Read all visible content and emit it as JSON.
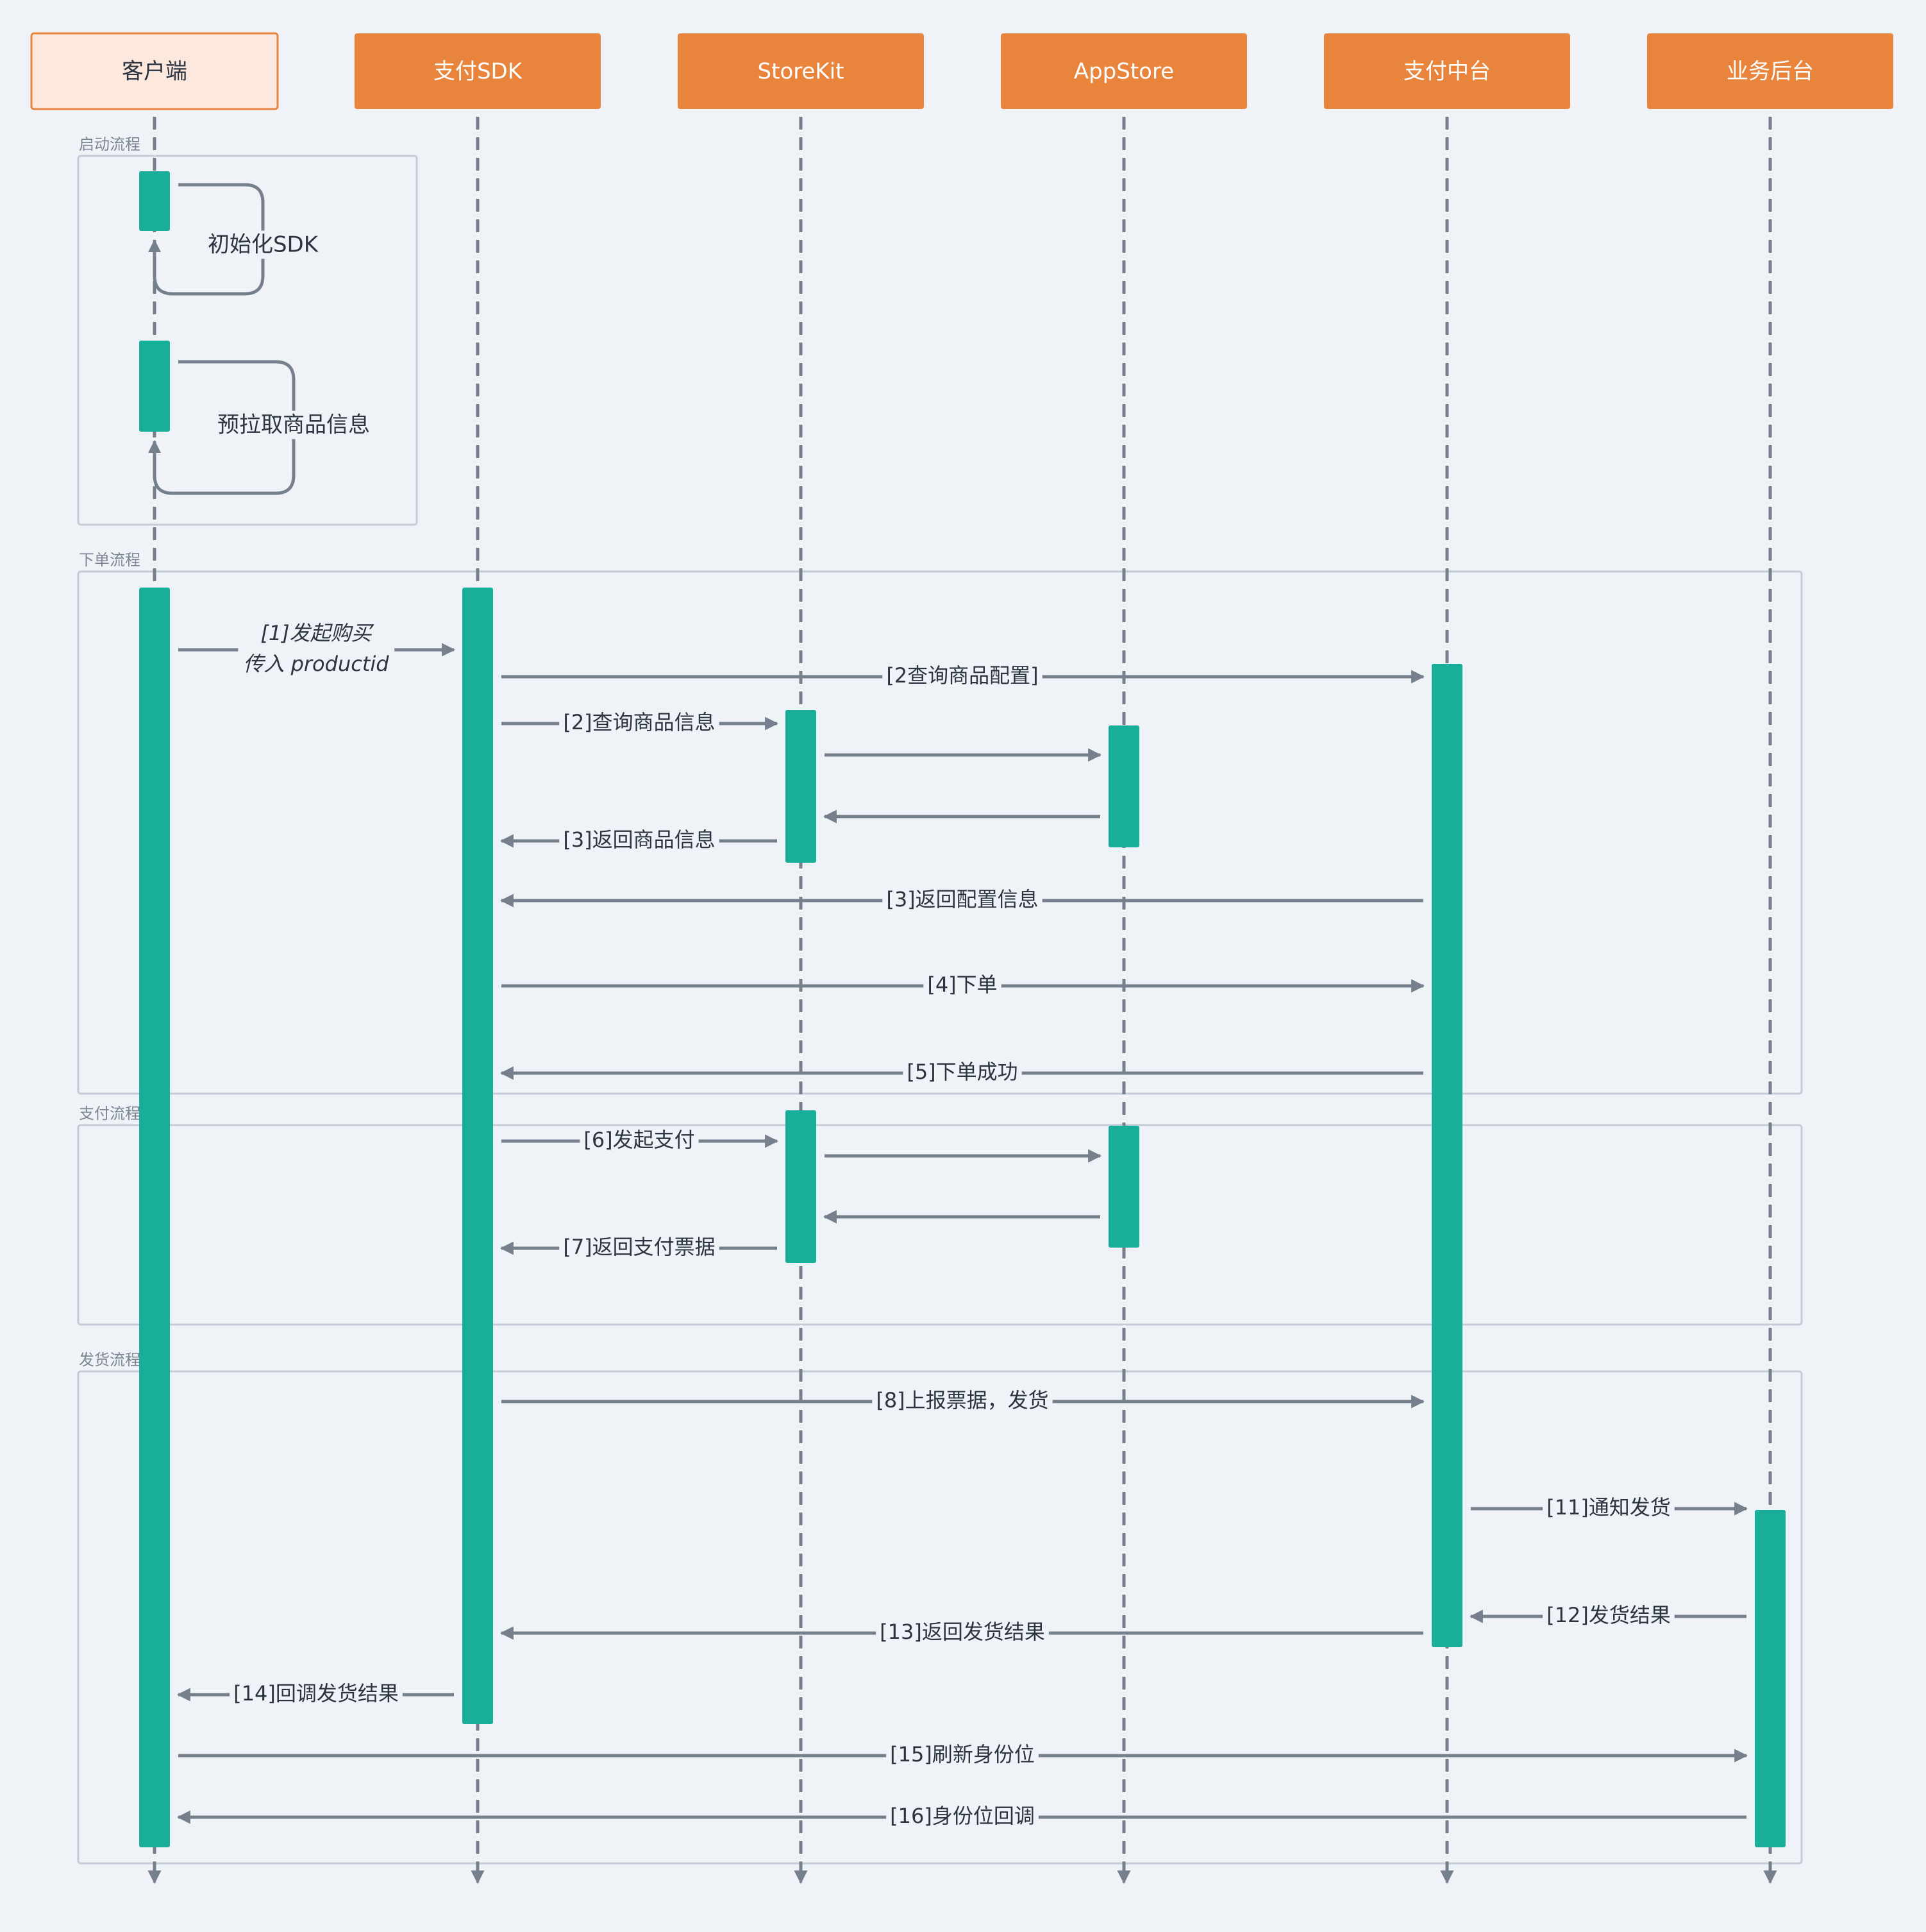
{
  "colors": {
    "background": "#eff3f7",
    "participant_fill": "#e8843b",
    "participant_text": "#ffffff",
    "client_fill": "#fce8dc",
    "client_border": "#e8843b",
    "client_text": "#2b3440",
    "lifeline": "#75808c",
    "activation": "#19ae9a",
    "arrow": "#75808c",
    "frame_border": "#c3ccd6",
    "text": "#2b3440",
    "frame_text": "#7b8593"
  },
  "participants": [
    "客户端",
    "支付SDK",
    "StoreKit",
    "AppStore",
    "支付中台",
    "业务后台"
  ],
  "frames": [
    {
      "label": "启动流程"
    },
    {
      "label": "下单流程"
    },
    {
      "label": "支付流程"
    },
    {
      "label": "发货流程"
    }
  ],
  "self_messages": [
    {
      "label": "初始化SDK"
    },
    {
      "label": "预拉取商品信息"
    }
  ],
  "messages": [
    {
      "label": "[1]发起购买",
      "label2": "传入 productid",
      "from": 0,
      "to": 1,
      "italic": true
    },
    {
      "label": "[2查询商品配置]",
      "from": 1,
      "to": 4
    },
    {
      "label": "[2]查询商品信息",
      "from": 1,
      "to": 2
    },
    {
      "label": "",
      "from": 2,
      "to": 3
    },
    {
      "label": "",
      "from": 3,
      "to": 2
    },
    {
      "label": "[3]返回商品信息",
      "from": 2,
      "to": 1
    },
    {
      "label": "[3]返回配置信息",
      "from": 4,
      "to": 1
    },
    {
      "label": "[4]下单",
      "from": 1,
      "to": 4
    },
    {
      "label": "[5]下单成功",
      "from": 4,
      "to": 1
    },
    {
      "label": "[6]发起支付",
      "from": 1,
      "to": 2
    },
    {
      "label": "",
      "from": 2,
      "to": 3
    },
    {
      "label": "",
      "from": 3,
      "to": 2
    },
    {
      "label": "[7]返回支付票据",
      "from": 2,
      "to": 1
    },
    {
      "label": "[8]上报票据，发货",
      "from": 1,
      "to": 4
    },
    {
      "label": "[11]通知发货",
      "from": 4,
      "to": 5
    },
    {
      "label": "[12]发货结果",
      "from": 5,
      "to": 4
    },
    {
      "label": "[13]返回发货结果",
      "from": 4,
      "to": 1
    },
    {
      "label": "[14]回调发货结果",
      "from": 1,
      "to": 0
    },
    {
      "label": "[15]刷新身份位",
      "from": 0,
      "to": 5
    },
    {
      "label": "[16]身份位回调",
      "from": 5,
      "to": 0
    }
  ]
}
